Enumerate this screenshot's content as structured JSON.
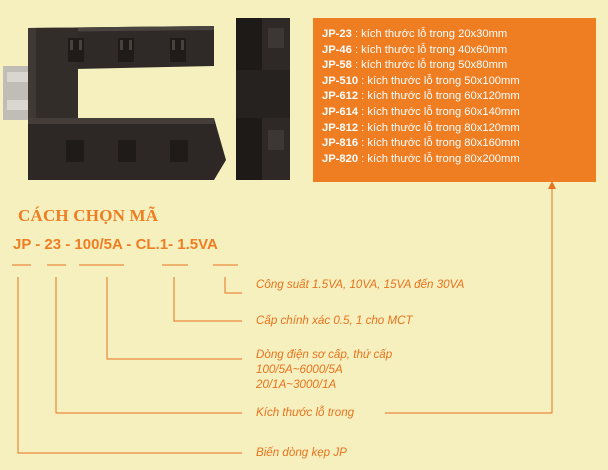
{
  "specs": [
    {
      "code": "JP-23",
      "text": " : kích thước lỗ trong 20x30mm"
    },
    {
      "code": "JP-46",
      "text": " : kích thước lỗ trong 40x60mm"
    },
    {
      "code": "JP-58",
      "text": " : kích thước lỗ trong 50x80mm"
    },
    {
      "code": "JP-510",
      "text": " : kích thước lỗ trong 50x100mm"
    },
    {
      "code": "JP-612",
      "text": " : kích thước lỗ trong 60x120mm"
    },
    {
      "code": "JP-614",
      "text": " : kích thước lỗ trong 60x140mm"
    },
    {
      "code": "JP-812",
      "text": " : kích thước lỗ trong 80x120mm"
    },
    {
      "code": "JP-816",
      "text": " : kích thước lỗ trong 80x160mm"
    },
    {
      "code": "JP-820",
      "text": " : kích thước lỗ trong 80x200mm"
    }
  ],
  "heading": "CÁCH CHỌN MÃ",
  "code_example": "JP - 23 - 100/5A - CL.1- 1.5VA",
  "descriptions": {
    "power": "Công suất 1.5VA, 10VA, 15VA đến 30VA",
    "accuracy": "Cấp chính xác 0.5, 1 cho MCT",
    "current_title": "Dòng điện sơ cấp, thứ cấp",
    "current_1": "100/5A~6000/5A",
    "current_2": "20/1A~3000/1A",
    "hole_size": "Kích thước lỗ trong",
    "product": "Biến dòng kẹp JP"
  },
  "colors": {
    "accent": "#ef7d22",
    "background": "#f6f0bf",
    "body": "#2a2522"
  }
}
